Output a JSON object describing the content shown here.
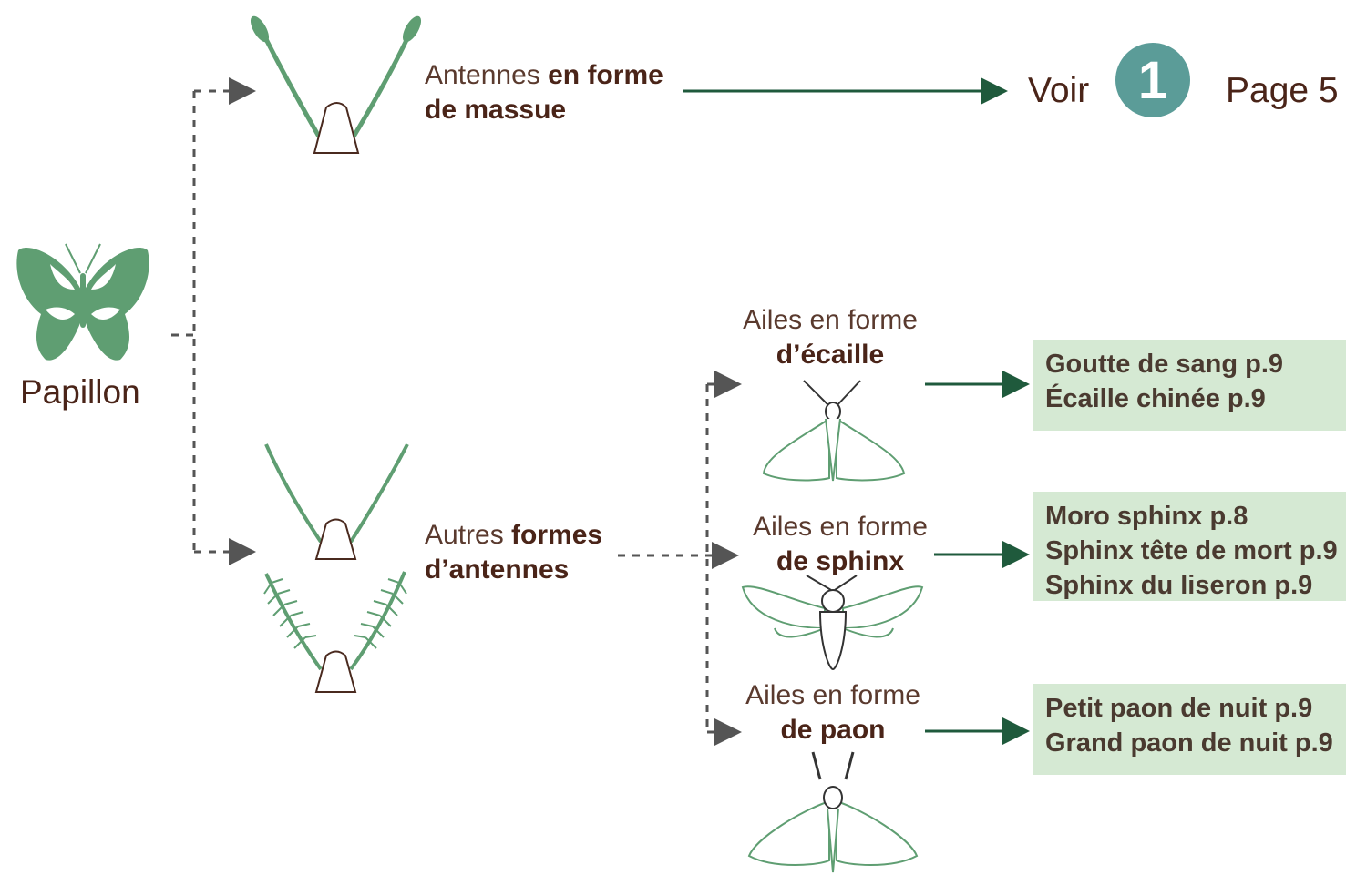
{
  "root": {
    "label": "Papillon"
  },
  "branch_massue": {
    "light": "Antennes ",
    "bold": "en forme de massue"
  },
  "branch_autres": {
    "light": "Autres ",
    "bold": "formes d’antennes"
  },
  "reference": {
    "prefix": "Voir",
    "number": "1",
    "page": "Page 5"
  },
  "wing_types": [
    {
      "light": "Ailes en forme",
      "bold": "d’écaille",
      "species": [
        "Goutte de sang p.9",
        "Écaille chinée p.9"
      ]
    },
    {
      "light": "Ailes en forme",
      "bold": "de sphinx",
      "species": [
        "Moro sphinx p.8",
        "Sphinx tête de mort p.9",
        "Sphinx du liseron p.9"
      ]
    },
    {
      "light": "Ailes en forme",
      "bold": "de paon",
      "species": [
        "Petit paon de nuit p.9",
        "Grand paon de nuit p.9"
      ]
    }
  ],
  "colors": {
    "green_fill": "#5f9e72",
    "dark_arrow": "#1f5a3c",
    "dotted_line": "#555555",
    "badge": "#5b9c98",
    "result_box": "#d5e9d3",
    "text_brown": "#4a2418"
  }
}
